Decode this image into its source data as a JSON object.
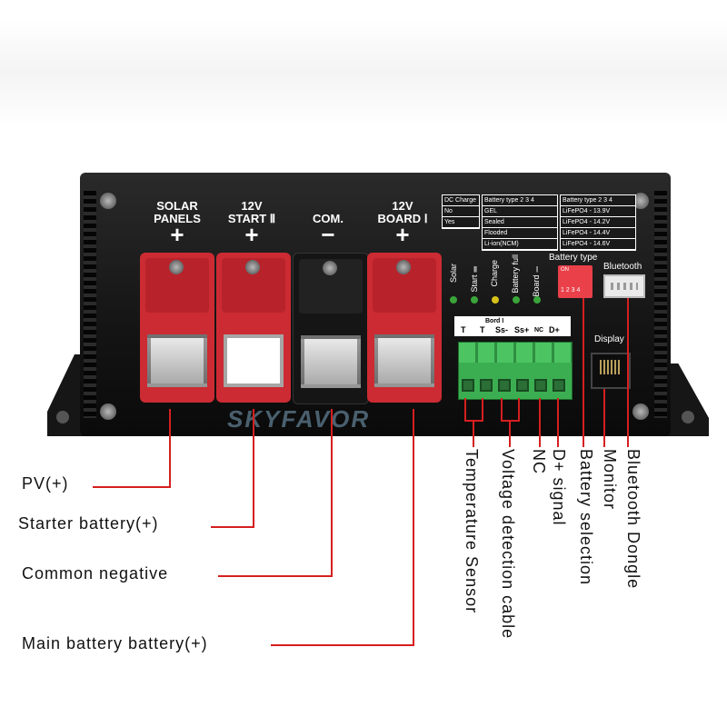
{
  "terminals": [
    {
      "label": "SOLAR\nPANELS",
      "polarity": "+",
      "color": "#cc2b33"
    },
    {
      "label": "12V\nSTART Ⅱ",
      "polarity": "+",
      "color": "#cc2b33"
    },
    {
      "label": "COM.",
      "polarity": "−",
      "color": "#151515"
    },
    {
      "label": "12V\nBOARD Ⅰ",
      "polarity": "+",
      "color": "#cc2b33"
    }
  ],
  "indicators": [
    "Solar",
    "Start Ⅱ",
    "Charge",
    "Battery full",
    "Board Ⅰ"
  ],
  "indicator_colors": [
    "#3aa53a",
    "#3aa53a",
    "#d8c21a",
    "#3aa53a",
    "#3aa53a"
  ],
  "charge_table": {
    "header": "DC Charge",
    "rows": [
      "No",
      "Yes"
    ]
  },
  "battery_table_1": {
    "header": "Battery type  2 3 4",
    "rows": [
      "GEL",
      "Sealed",
      "Flooded",
      "Li-ion(NCM)"
    ]
  },
  "battery_table_2": {
    "header": "Battery type  2 3 4",
    "rows": [
      "LiFePO4 - 13.9V",
      "LiFePO4 - 14.2V",
      "LiFePO4 - 14.4V",
      "LiFePO4 - 14.6V"
    ]
  },
  "dip_switch": {
    "label": "Battery type",
    "on_label": "ON",
    "numbers": "1 2 3 4"
  },
  "bluetooth_label": "Bluetooth",
  "display_label": "Display",
  "terminal_block": {
    "group_label": "Bord Ⅰ",
    "pins": [
      "T",
      "T",
      "Ss-",
      "Ss+",
      "NC",
      "D+"
    ]
  },
  "watermark": "SKYFAVOR",
  "left_callouts": [
    "PV(+)",
    "Starter battery(+)",
    "Common negative",
    "Main battery battery(+)"
  ],
  "vertical_callouts": [
    "Temperature Sensor",
    "Voltage detection cable",
    "NC",
    "D+ signal",
    "Battery selection",
    "Monitor",
    "Bluetooth Dongle"
  ],
  "accent_colors": {
    "callout_line": "#d51f1f",
    "callout_line_dark": "#1a1a1a"
  }
}
